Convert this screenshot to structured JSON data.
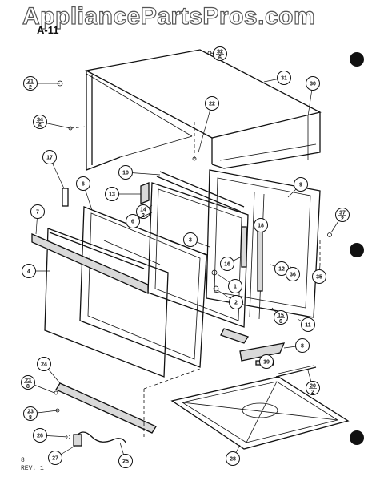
{
  "watermark": "AppliancePartsPros.com",
  "figure_id": "A-11",
  "footer": {
    "page": "8",
    "revision": "REV. 1"
  },
  "callouts": [
    {
      "id": "c32",
      "label": "32",
      "sub": "6"
    },
    {
      "id": "c31",
      "label": "31",
      "sub": ""
    },
    {
      "id": "c30",
      "label": "30",
      "sub": ""
    },
    {
      "id": "c21",
      "label": "21",
      "sub": "2"
    },
    {
      "id": "c22",
      "label": "22",
      "sub": ""
    },
    {
      "id": "c34",
      "label": "34",
      "sub": "6"
    },
    {
      "id": "c17",
      "label": "17",
      "sub": ""
    },
    {
      "id": "c10",
      "label": "10",
      "sub": ""
    },
    {
      "id": "c9",
      "label": "9",
      "sub": ""
    },
    {
      "id": "c6a",
      "label": "6",
      "sub": ""
    },
    {
      "id": "c13",
      "label": "13",
      "sub": ""
    },
    {
      "id": "c14",
      "label": "14",
      "sub": "2"
    },
    {
      "id": "c6b",
      "label": "6",
      "sub": ""
    },
    {
      "id": "c7",
      "label": "7",
      "sub": ""
    },
    {
      "id": "c3",
      "label": "3",
      "sub": ""
    },
    {
      "id": "c18",
      "label": "18",
      "sub": ""
    },
    {
      "id": "c37",
      "label": "37",
      "sub": "2"
    },
    {
      "id": "c4",
      "label": "4",
      "sub": ""
    },
    {
      "id": "c16",
      "label": "16",
      "sub": ""
    },
    {
      "id": "c12",
      "label": "12",
      "sub": ""
    },
    {
      "id": "c36",
      "label": "36",
      "sub": ""
    },
    {
      "id": "c35",
      "label": "35",
      "sub": ""
    },
    {
      "id": "c1",
      "label": "1",
      "sub": ""
    },
    {
      "id": "c2",
      "label": "2",
      "sub": ""
    },
    {
      "id": "c15",
      "label": "15",
      "sub": "6"
    },
    {
      "id": "c11",
      "label": "11",
      "sub": ""
    },
    {
      "id": "c8",
      "label": "8",
      "sub": ""
    },
    {
      "id": "c19",
      "label": "19",
      "sub": ""
    },
    {
      "id": "c20",
      "label": "20",
      "sub": "2"
    },
    {
      "id": "c24",
      "label": "24",
      "sub": ""
    },
    {
      "id": "c23a",
      "label": "23",
      "sub": "8"
    },
    {
      "id": "c23b",
      "label": "23",
      "sub": "8"
    },
    {
      "id": "c26",
      "label": "26",
      "sub": ""
    },
    {
      "id": "c27",
      "label": "27",
      "sub": ""
    },
    {
      "id": "c25",
      "label": "25",
      "sub": ""
    },
    {
      "id": "c28",
      "label": "28",
      "sub": ""
    }
  ]
}
